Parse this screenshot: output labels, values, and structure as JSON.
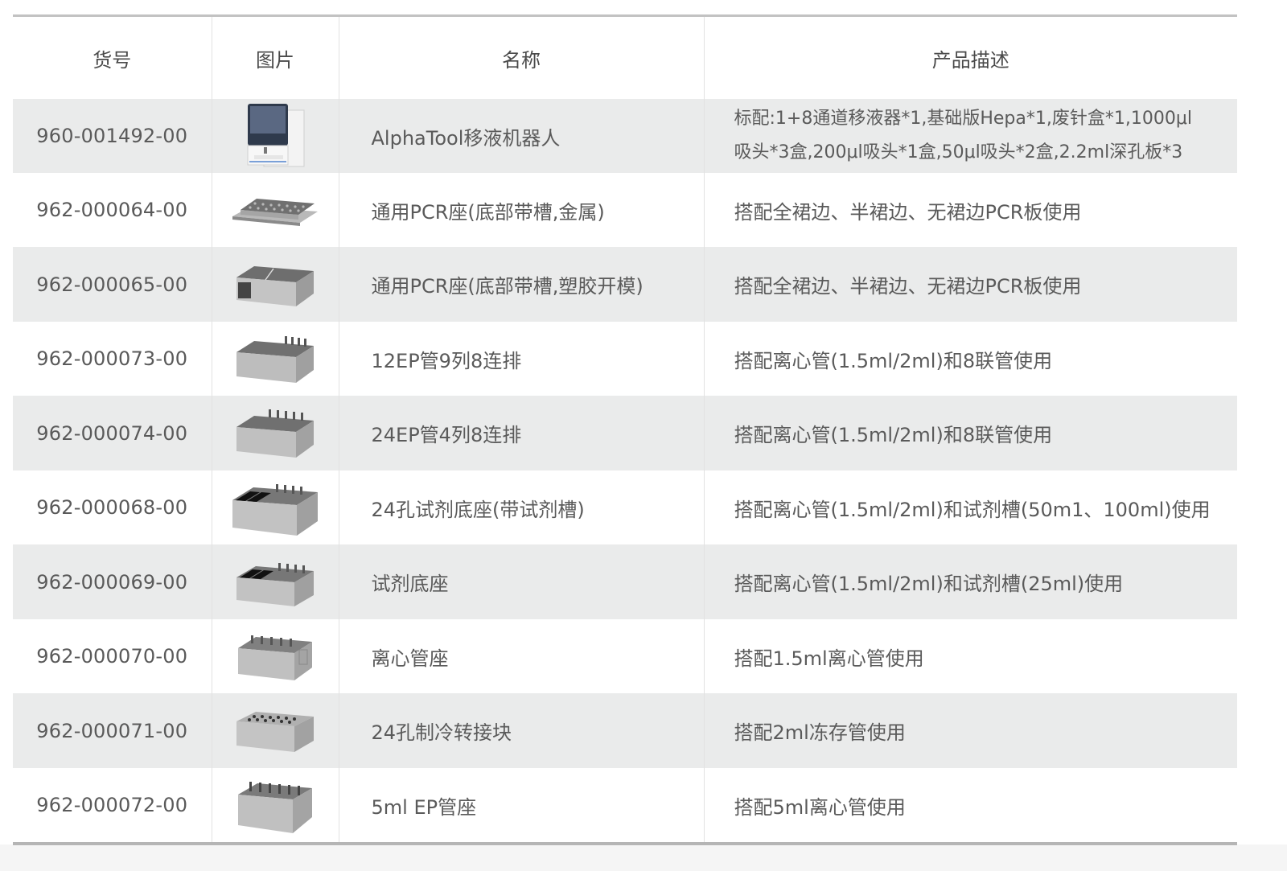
{
  "table": {
    "headers": {
      "sku": "货号",
      "image": "图片",
      "name": "名称",
      "description": "产品描述"
    },
    "rows": [
      {
        "sku": "960-001492-00",
        "image_icon": "pipetting-robot-image",
        "name": "AlphaTool移液机器人",
        "description_line1": "标配:1+8通道移液器*1,基础版Hepa*1,废针盒*1,1000μl",
        "description_line2": "吸头*3盒,200μl吸头*1盒,50μl吸头*2盒,2.2ml深孔板*3"
      },
      {
        "sku": "962-000064-00",
        "image_icon": "pcr-block-metal-image",
        "name": "通用PCR座(底部带槽,金属)",
        "description": "搭配全裙边、半裙边、无裙边PCR板使用"
      },
      {
        "sku": "962-000065-00",
        "image_icon": "pcr-block-plastic-image",
        "name": "通用PCR座(底部带槽,塑胶开模)",
        "description": "搭配全裙边、半裙边、无裙边PCR板使用"
      },
      {
        "sku": "962-000073-00",
        "image_icon": "ep-tube-rack-12-image",
        "name": "12EP管9列8连排",
        "description": "搭配离心管(1.5ml/2ml)和8联管使用"
      },
      {
        "sku": "962-000074-00",
        "image_icon": "ep-tube-rack-24-image",
        "name": "24EP管4列8连排",
        "description": "搭配离心管(1.5ml/2ml)和8联管使用"
      },
      {
        "sku": "962-000068-00",
        "image_icon": "reagent-base-trough-image",
        "name": "24孔试剂底座(带试剂槽)",
        "description": "搭配离心管(1.5ml/2ml)和试剂槽(50m1、100ml)使用"
      },
      {
        "sku": "962-000069-00",
        "image_icon": "reagent-base-image",
        "name": "试剂底座",
        "description": "搭配离心管(1.5ml/2ml)和试剂槽(25ml)使用"
      },
      {
        "sku": "962-000070-00",
        "image_icon": "centrifuge-tube-rack-image",
        "name": "离心管座",
        "description": "搭配1.5ml离心管使用"
      },
      {
        "sku": "962-000071-00",
        "image_icon": "cooling-adapter-block-image",
        "name": "24孔制冷转接块",
        "description": "搭配2ml冻存管使用"
      },
      {
        "sku": "962-000072-00",
        "image_icon": "5ml-ep-tube-rack-image",
        "name": "5ml EP管座",
        "description": "搭配5ml离心管使用"
      }
    ]
  },
  "colors": {
    "stripe": "#eaebeb",
    "text": "#5a5a5a",
    "header_text": "#4a4a4a",
    "rule": "#c2c2c2",
    "divider": "#e2e2e2"
  }
}
